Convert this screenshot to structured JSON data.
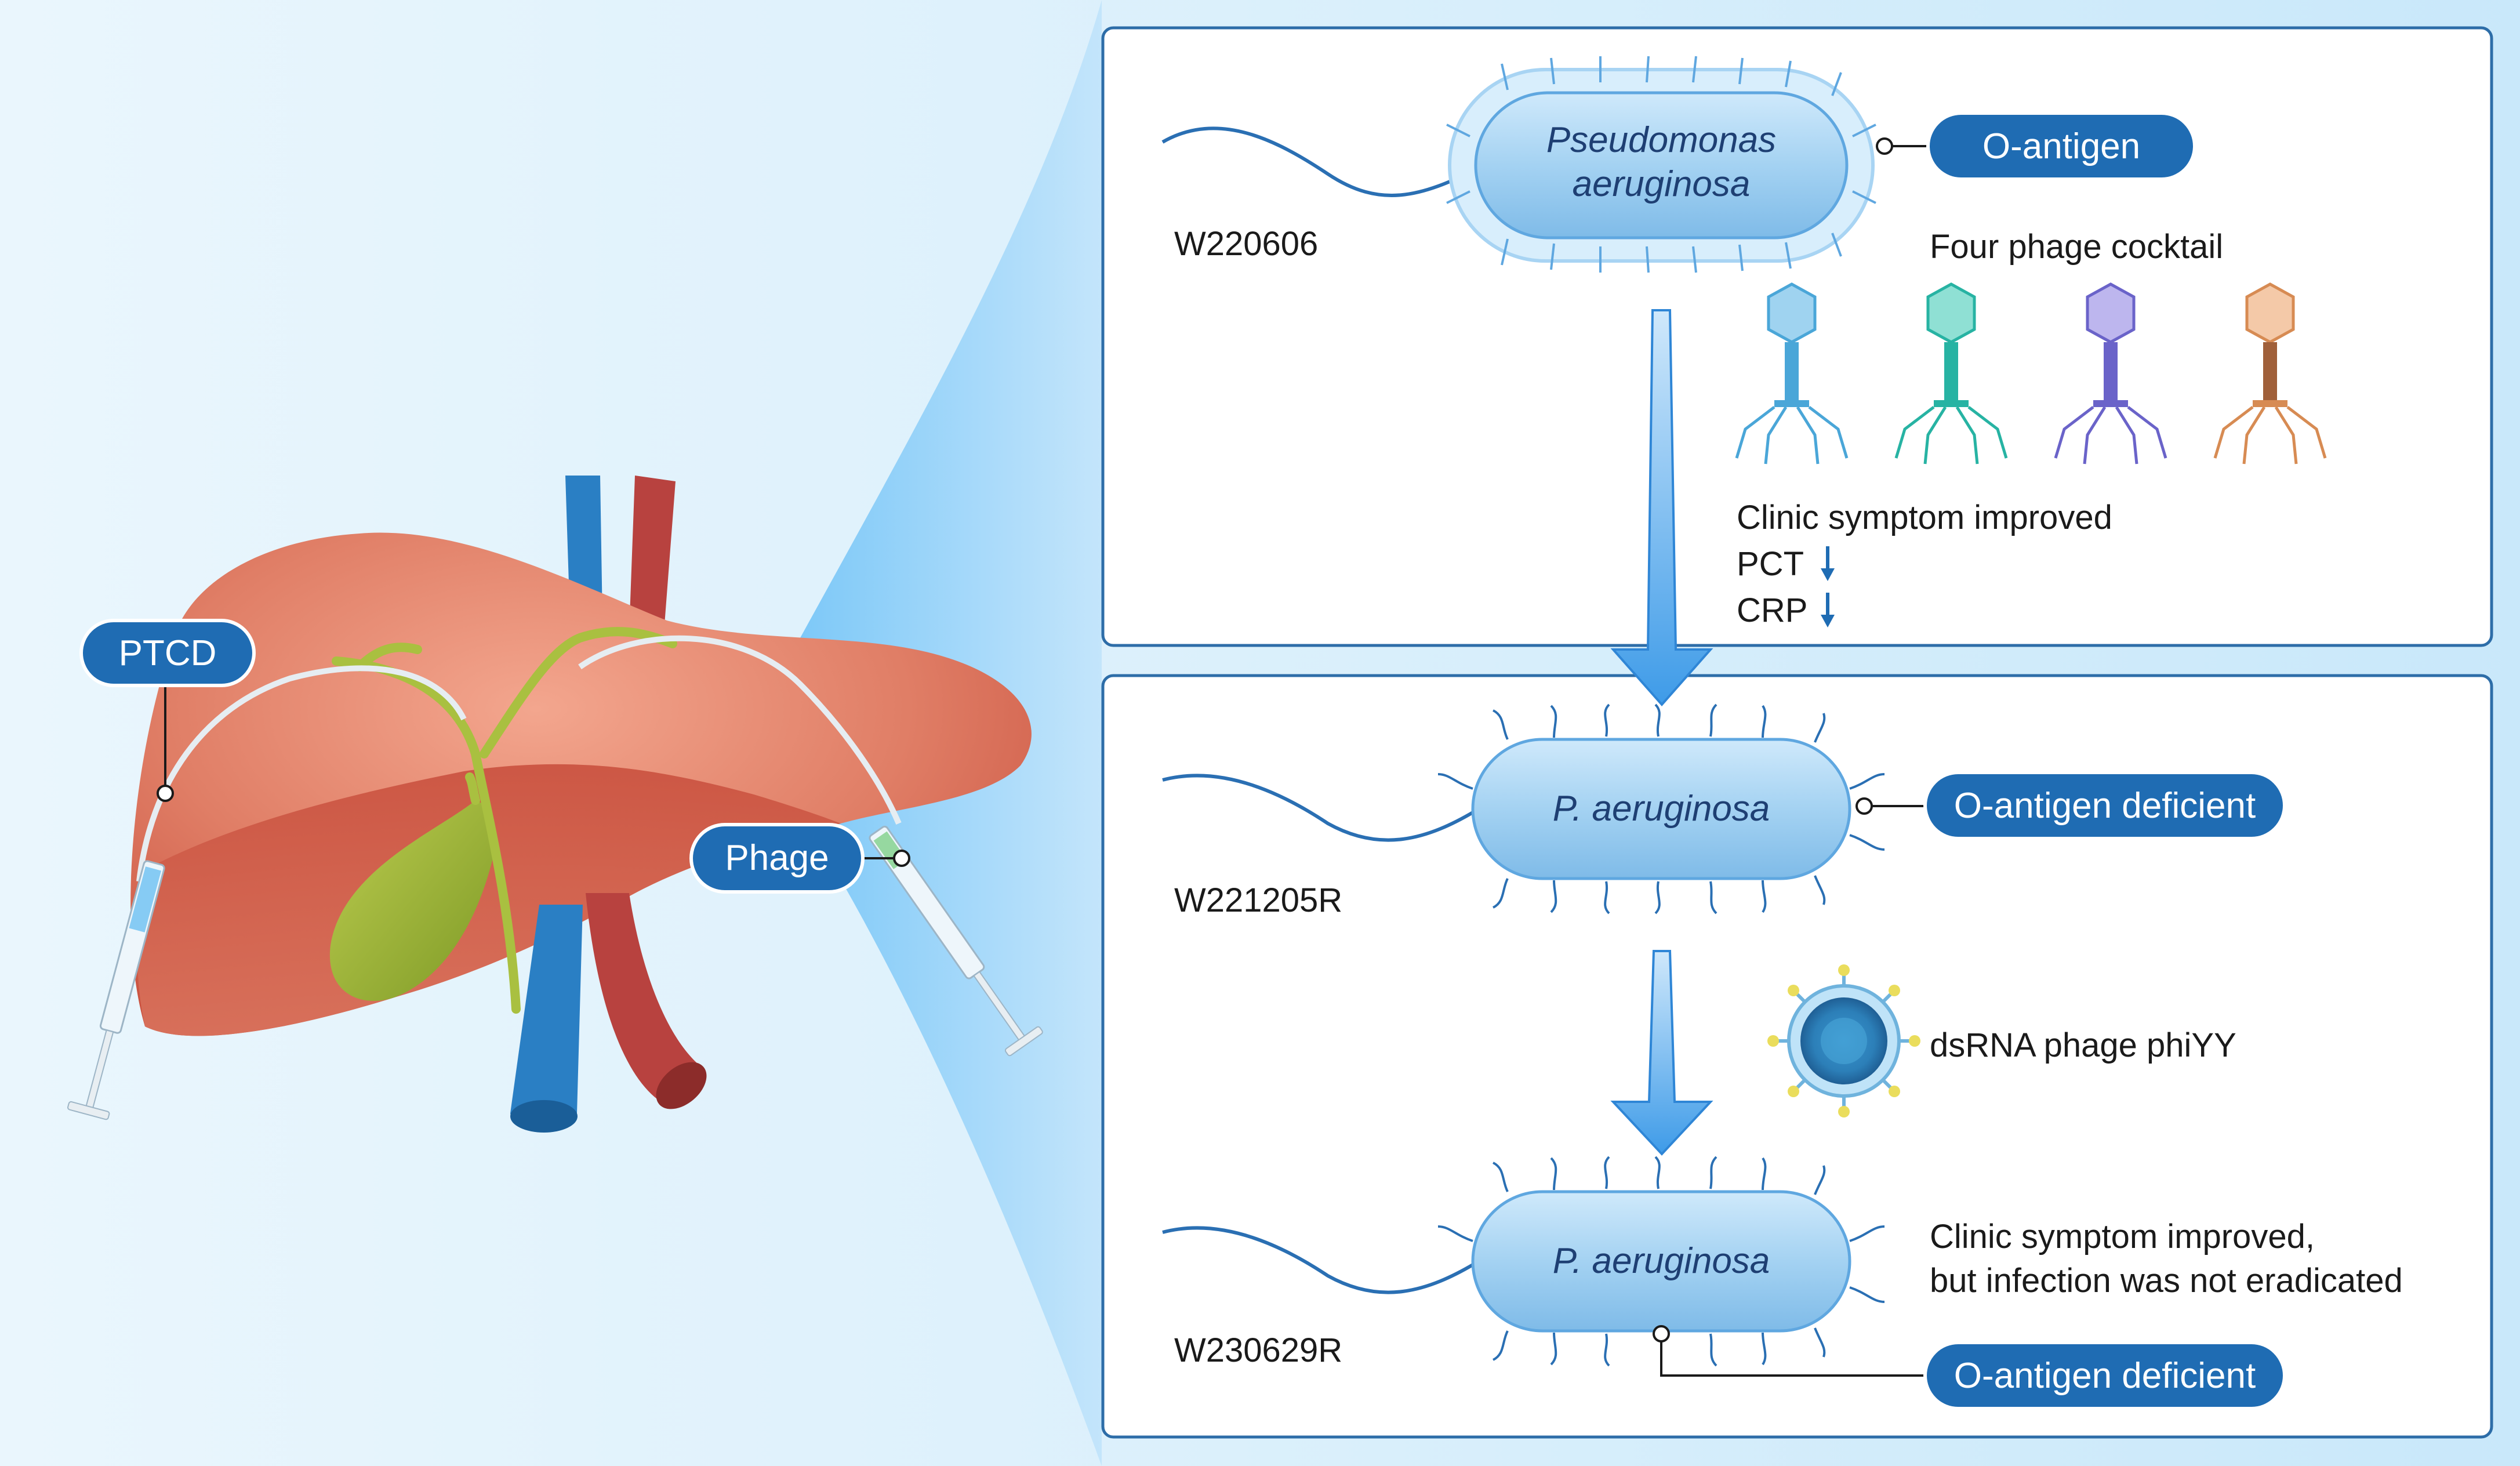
{
  "labels": {
    "ptcd": "PTCD",
    "phage": "Phage"
  },
  "panels": {
    "top": {
      "strain": "W220606",
      "bacterium_line1": "Pseudomonas",
      "bacterium_line2": "aeruginosa",
      "antigen": "O-antigen",
      "cocktail_title": "Four phage cocktail",
      "outcome_line1": "Clinic symptom improved",
      "outcome_line2": "PCT",
      "outcome_line3": "CRP"
    },
    "bottom": {
      "strain_1": "W221205R",
      "bacterium_1": "P. aeruginosa",
      "antigen_1": "O-antigen deficient",
      "phage_label": "dsRNA phage phiYY",
      "strain_2": "W230629R",
      "bacterium_2": "P. aeruginosa",
      "antigen_2": "O-antigen deficient",
      "outcome_line1": "Clinic symptom improved,",
      "outcome_line2": "but infection was not eradicated"
    }
  },
  "colors": {
    "pill": "#1f6cb3",
    "panel_border": "#2d6da8",
    "bacterium_fill": "#a9d4f2",
    "arrow": "#4aa3ea",
    "liver": "#d96f5a",
    "gallbladder": "#9bb13a",
    "portal_vein": "#2a7fc4",
    "artery": "#b8423f",
    "phage_colors": [
      "#4aa6d8",
      "#27b3a3",
      "#6a63c9",
      "#d78b53"
    ]
  }
}
